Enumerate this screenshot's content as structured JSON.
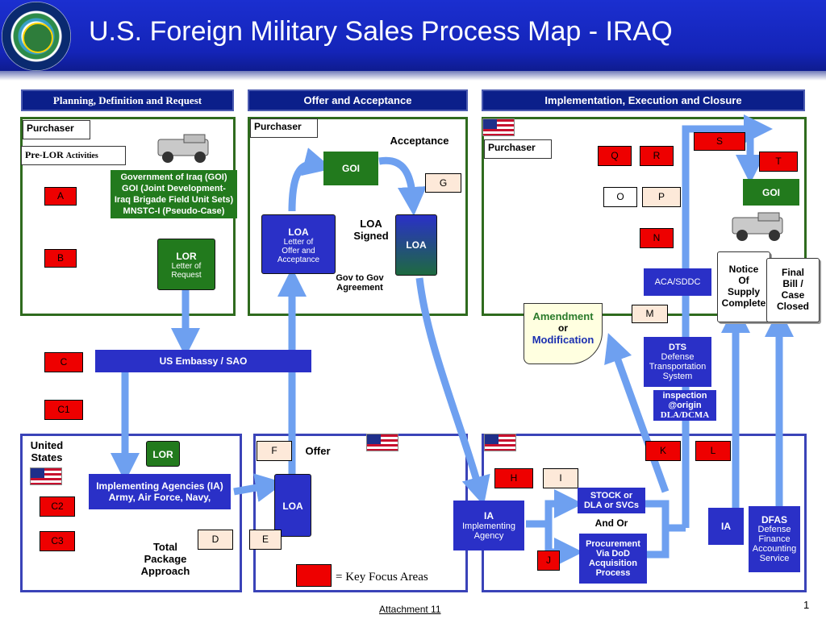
{
  "title": "U.S. Foreign Military Sales Process Map - IRAQ",
  "sections": {
    "planning": "Planning, Definition and Request",
    "offer": "Offer and Acceptance",
    "implementation": "Implementation, Execution and Closure"
  },
  "labels": {
    "purchaser": "Purchaser",
    "pre_lor": "Pre-LOR",
    "pre_lor_activities": "Activities",
    "united_states": "United States",
    "acceptance": "Acceptance",
    "offer": "Offer",
    "loa_signed_1": "LOA",
    "loa_signed_2": "Signed",
    "gov_to_gov_1": "Gov to Gov",
    "gov_to_gov_2": "Agreement",
    "and_or": "And Or",
    "total_package_1": "Total",
    "total_package_2": "Package",
    "total_package_3": "Approach",
    "key_focus": "= Key Focus Areas",
    "attachment": "Attachment 11",
    "page_number": "1"
  },
  "boxes": {
    "goi_desc_1": "Government of Iraq (GOI)",
    "goi_desc_2": "GOI  (Joint  Development-",
    "goi_desc_3": "Iraq Brigade Field Unit Sets)",
    "goi_desc_4": "MNSTC-I (Pseudo-Case)",
    "goi": "GOI",
    "goi_right": "GOI",
    "us_embassy": "US Embassy / SAO",
    "ia_1": "Implementing Agencies (IA)",
    "ia_2": "Army, Air Force, Navy,",
    "ia_center_title": "IA",
    "ia_center_sub_1": "Implementing",
    "ia_center_sub_2": "Agency",
    "ia_right": "IA",
    "stock_1": "STOCK or",
    "stock_2": "DLA or SVCs",
    "procurement_1": "Procurement",
    "procurement_2": "Via DoD",
    "procurement_3": "Acquisition",
    "procurement_4": "Process",
    "aca_sddc": "ACA/SDDC",
    "dts_1": "DTS",
    "dts_2": "Defense",
    "dts_3": "Transportation",
    "dts_4": "System",
    "inspection_1": "inspection",
    "inspection_2": "@origin",
    "inspection_3": "DLA/DCMA",
    "dfas_1": "DFAS",
    "dfas_2": "Defense",
    "dfas_3": "Finance",
    "dfas_4": "Accounting",
    "dfas_5": "Service",
    "amendment_1": "Amendment",
    "amendment_2": "or",
    "amendment_3": "Modification",
    "notice_1": "Notice",
    "notice_2": "Of",
    "notice_3": "Supply",
    "notice_4": "Complete",
    "final_1": "Final",
    "final_2": "Bill /",
    "final_3": "Case",
    "final_4": "Closed"
  },
  "scrolls": {
    "lor_title": "LOR",
    "lor_sub_1": "Letter of",
    "lor_sub_2": "Request",
    "loa_title": "LOA",
    "loa_sub_1": "Letter of",
    "loa_sub_2": "Offer and",
    "loa_sub_3": "Acceptance",
    "loa_signed": "LOA",
    "lor_small": "LOR",
    "loa_offer": "LOA"
  },
  "markers": {
    "A": "A",
    "B": "B",
    "C": "C",
    "C1": "C1",
    "C2": "C2",
    "C3": "C3",
    "D": "D",
    "E": "E",
    "F": "F",
    "G": "G",
    "H": "H",
    "I": "I",
    "J": "J",
    "K": "K",
    "L": "L",
    "M": "M",
    "N": "N",
    "O": "O",
    "P": "P",
    "Q": "Q",
    "R": "R",
    "S": "S",
    "T": "T"
  },
  "colors": {
    "header_blue": "#1424b8",
    "band_blue": "#0b1f8a",
    "frame_green": "#2f6b1e",
    "frame_blue": "#3a43b8",
    "arrow_blue": "#6ea0f0",
    "focus_red": "#ee0000",
    "goi_green": "#227a1d",
    "ia_blue": "#2a30c7"
  }
}
